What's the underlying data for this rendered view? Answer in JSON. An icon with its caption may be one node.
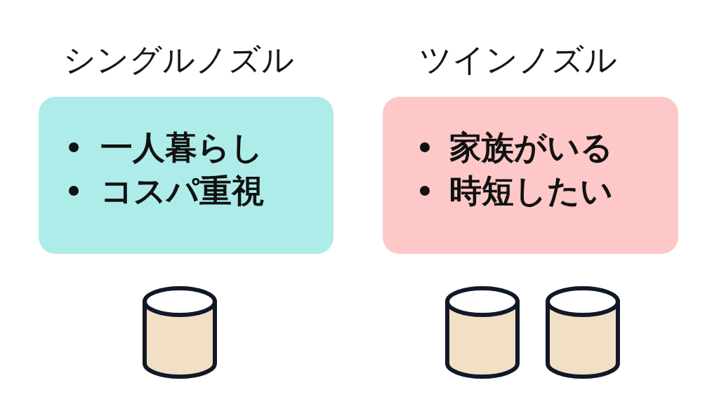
{
  "diagram": {
    "nodes": [
      {
        "text": [
          "シングルノズル",
          "一人暮らし",
          "コスパ重視"
        ]
      },
      {
        "text": [
          "ツインノズル",
          "家族がいる",
          "時短したい"
        ]
      },
      {
        "text": [],
        "shape": "cylinder"
      },
      {
        "text": [],
        "shape": "cylinder"
      },
      {
        "text": [],
        "shape": "cylinder"
      }
    ]
  }
}
